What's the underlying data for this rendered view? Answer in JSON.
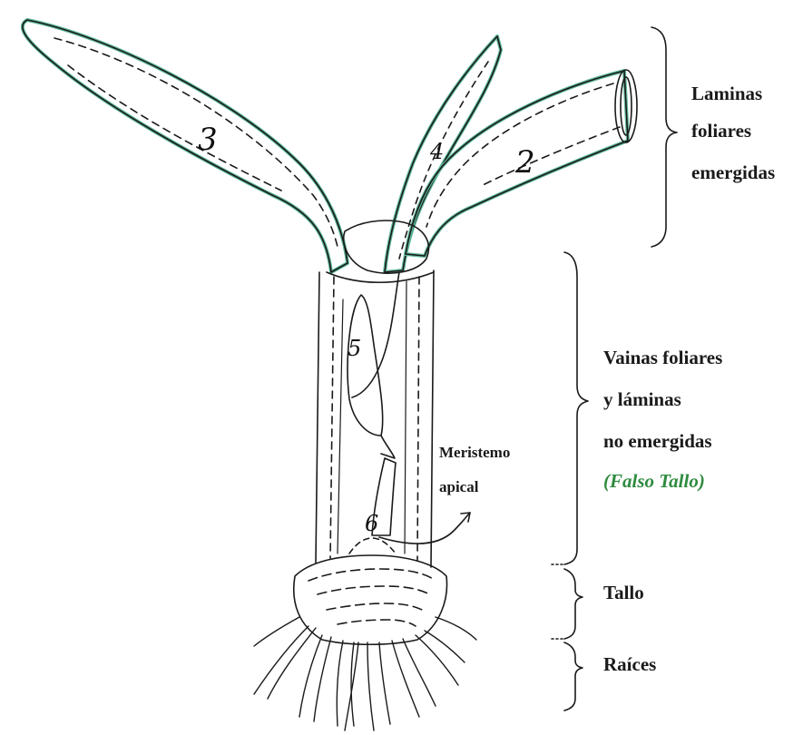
{
  "labels": {
    "laminas_line1": "Laminas",
    "laminas_line2": "foliares",
    "laminas_line3": "emergidas",
    "vainas_line1": "Vainas foliares",
    "vainas_line2": "y láminas",
    "vainas_line3": "no emergidas",
    "falso_tallo": "(Falso Tallo)",
    "meristemo_line1": "Meristemo",
    "meristemo_line2": "apical",
    "tallo": "Tallo",
    "raices": "Raíces"
  },
  "leaf_numbers": {
    "n2": "2",
    "n3": "3",
    "n4": "4",
    "n5": "5",
    "n6": "6"
  },
  "colors": {
    "ink": "#1a1a1a",
    "leaf_edge": "#5fb89a",
    "falso_tallo_text": "#2e8b3e",
    "background": "#ffffff"
  }
}
